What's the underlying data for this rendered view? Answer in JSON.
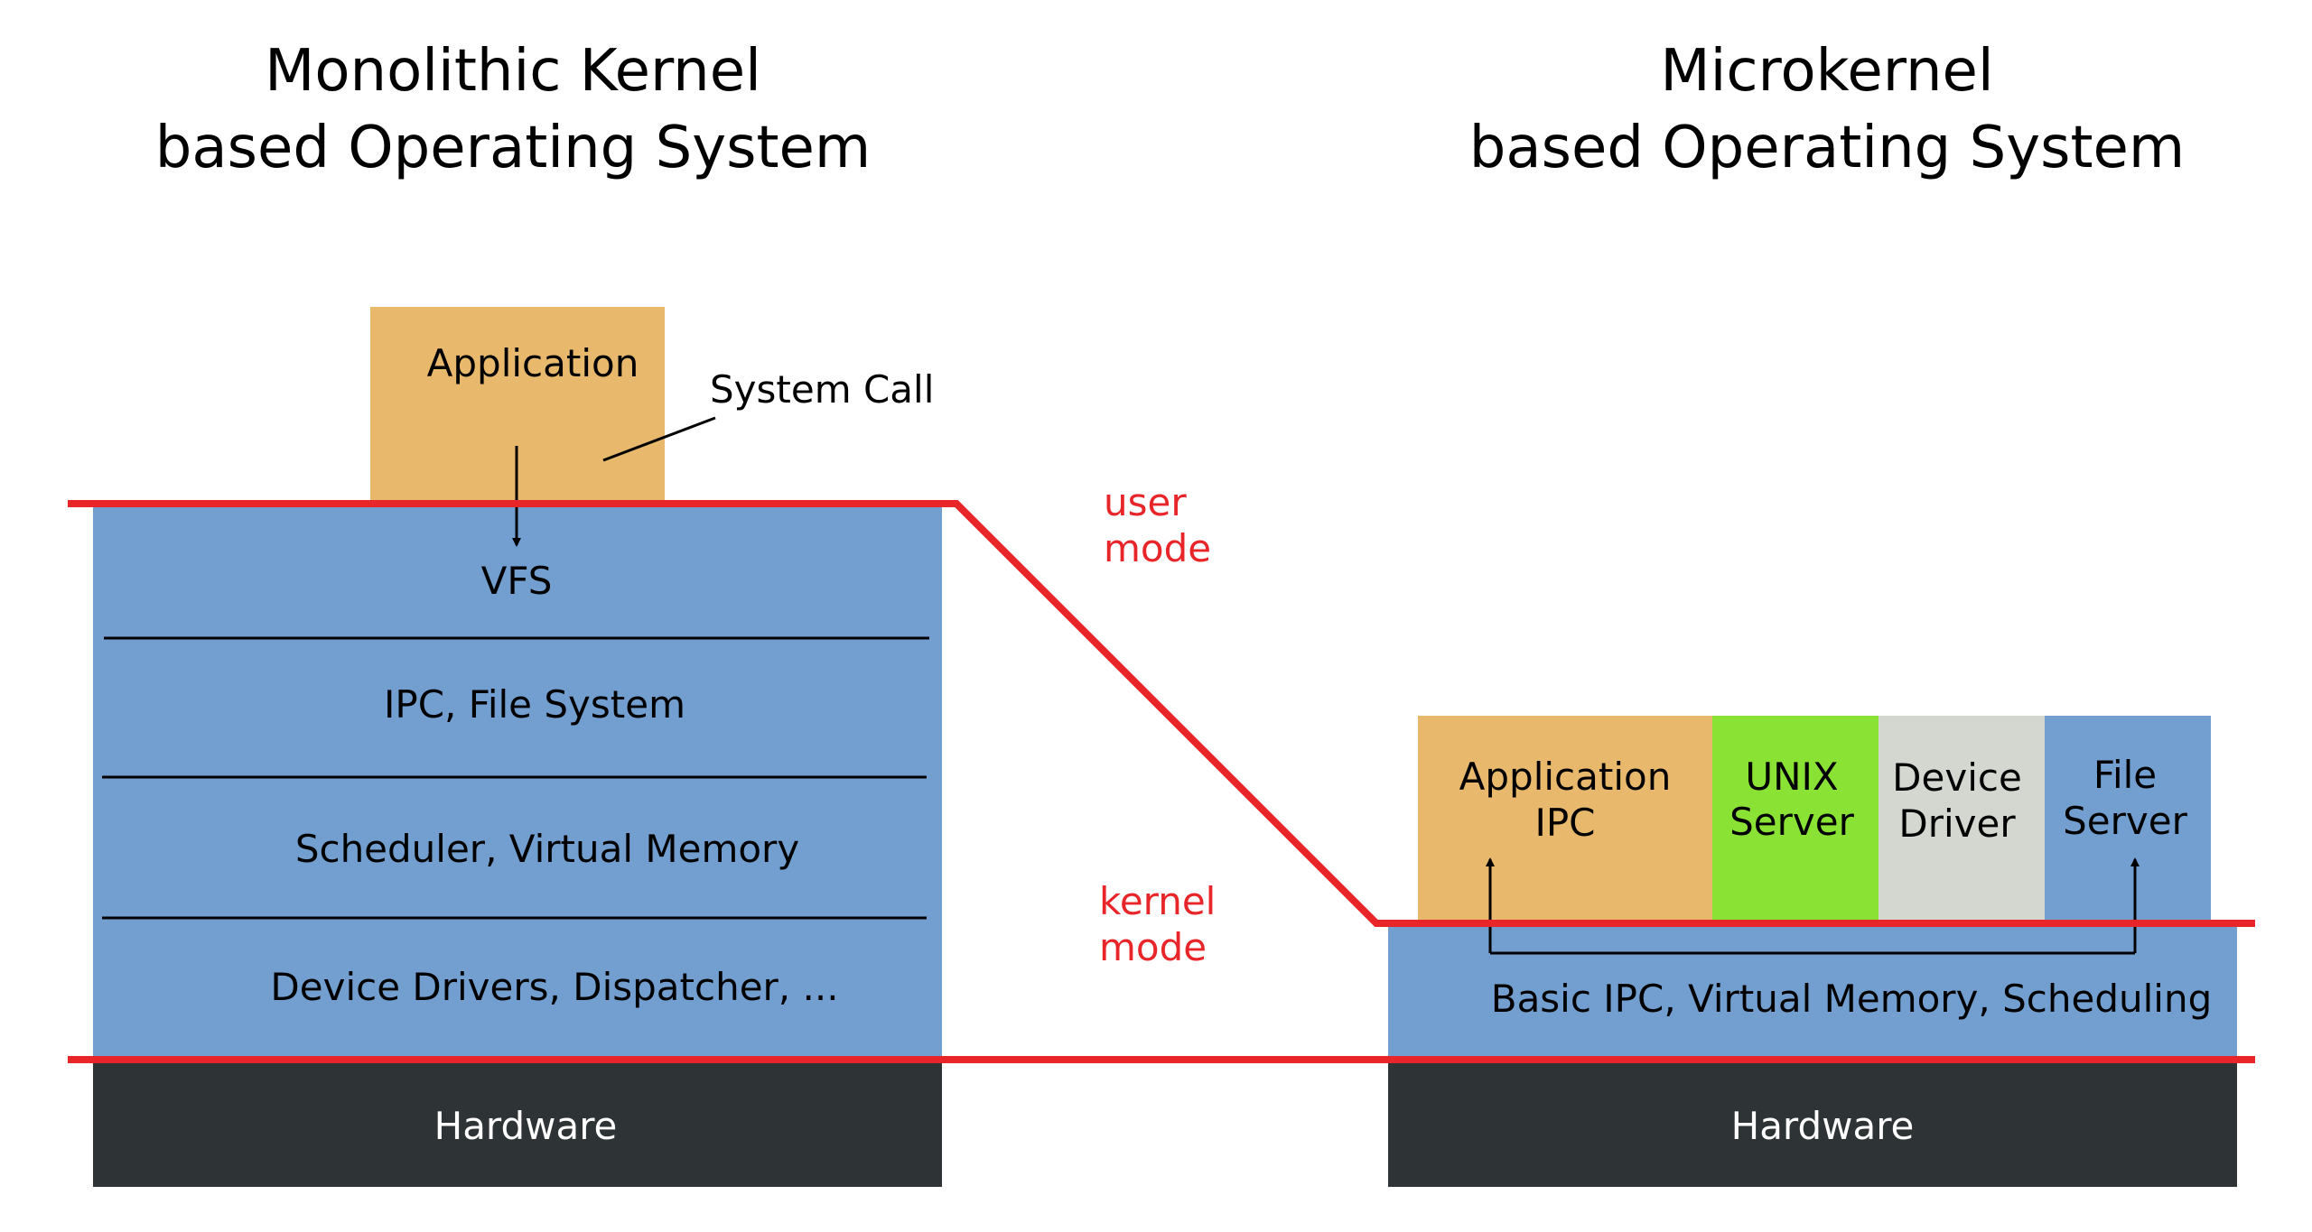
{
  "monolithic": {
    "title_line1": "Monolithic Kernel",
    "title_line2": "based Operating System",
    "application": "Application",
    "system_call": "System Call",
    "layers": [
      "VFS",
      "IPC, File System",
      "Scheduler, Virtual Memory",
      "Device Drivers, Dispatcher, ..."
    ],
    "hardware": "Hardware"
  },
  "microkernel": {
    "title_line1": "Microkernel",
    "title_line2": "based Operating System",
    "servers": [
      {
        "line1": "Application",
        "line2": "IPC",
        "color": "#e8b86d"
      },
      {
        "line1": "UNIX",
        "line2": "Server",
        "color": "#8ae234"
      },
      {
        "line1": "Device",
        "line2": "Driver",
        "color": "#d3d7cf"
      },
      {
        "line1": "File",
        "line2": "Server",
        "color": "#729fcf"
      }
    ],
    "kernel": "Basic IPC, Virtual Memory, Scheduling",
    "hardware": "Hardware"
  },
  "modes": {
    "user_line1": "user",
    "user_line2": "mode",
    "kernel_line1": "kernel",
    "kernel_line2": "mode"
  },
  "colors": {
    "kernel_blue": "#729fcf",
    "application_orange": "#e8b86d",
    "hardware_dark": "#2e3436",
    "boundary_red": "#e8262a"
  }
}
